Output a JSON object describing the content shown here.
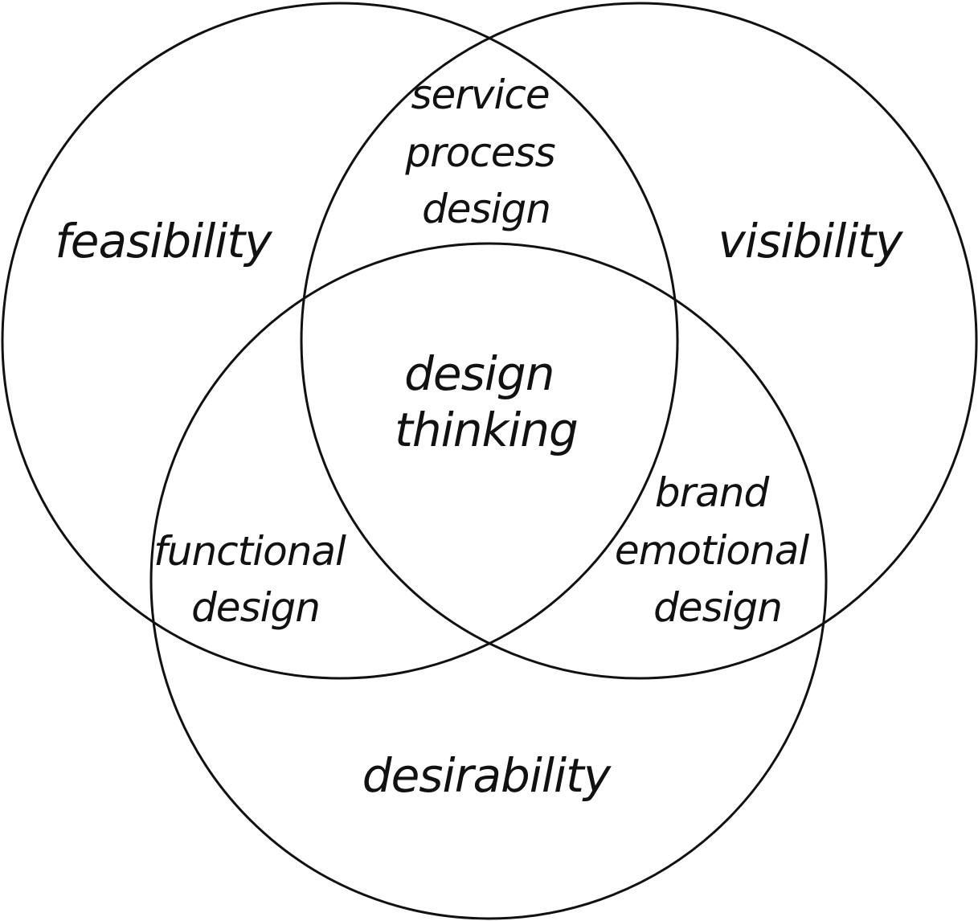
{
  "diagram": {
    "stroke_color": "#111111",
    "background_color": "#ffffff",
    "sets": {
      "feasibility": "feasibility",
      "visibility": "visibility",
      "desirability": "desirability"
    },
    "intersections": {
      "feasibility_visibility": [
        "service",
        "process",
        "design"
      ],
      "feasibility_desirability": [
        "functional",
        "design"
      ],
      "visibility_desirability": [
        "brand",
        "emotional",
        "design"
      ],
      "all_three": [
        "design",
        "thinking"
      ]
    }
  }
}
